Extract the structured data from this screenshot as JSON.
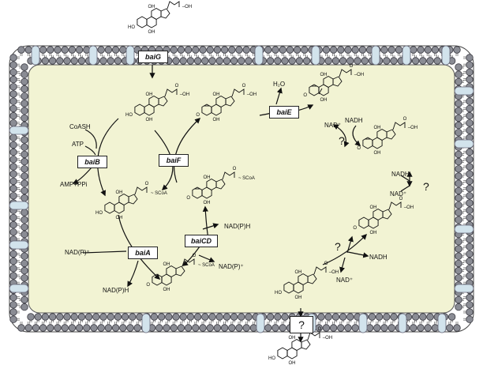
{
  "genes": {
    "baiG": "baiG",
    "baiB": "baiB",
    "baiF": "baiF",
    "baiE": "baiE",
    "baiA": "baiA",
    "baiCD": "baiCD",
    "unknown_transporter": "?"
  },
  "cofactors": {
    "coash": "CoASH",
    "atp": "ATP",
    "amp_ppi": "AMP+PPi",
    "h2o": "H₂O",
    "nadh_1": "NADH",
    "nad_plus_1": "NAD⁺",
    "nadh_2": "NADH",
    "nad_plus_2": "NAD⁺",
    "nadh_3": "NADH",
    "nad_plus_3": "NAD⁺",
    "nadph_a": "NAD(P)⁺",
    "nadph_a_h": "NAD(P)H",
    "nadph_cd_h": "NAD(P)H",
    "nadph_cd": "NAD(P)⁺"
  },
  "unknown_steps": {
    "q1": "?",
    "q2": "?",
    "q3": "?"
  },
  "molecule_labels": {
    "oh": "OH",
    "ho": "HO",
    "o": "O",
    "scoa": "SCoA"
  },
  "colors": {
    "cell_interior": "#f2f3d3",
    "lipid_head": "#8a8c94",
    "lipid_head_stroke": "#3d3d45",
    "transport_protein": "#d2e3ec"
  }
}
